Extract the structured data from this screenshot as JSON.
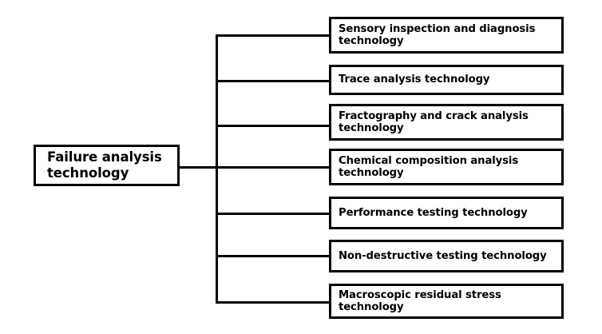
{
  "diagram": {
    "type": "tree",
    "title": "Failure analysis technology",
    "orientation": "left-to-right",
    "colors": {
      "background": "#ffffff",
      "border": "#000000",
      "text": "#000000",
      "line": "#000000"
    },
    "root": {
      "id": "root-node",
      "label": "Failure analysis technology"
    },
    "children": [
      {
        "id": "child-1",
        "label": "Sensory inspection and diagnosis technology"
      },
      {
        "id": "child-2",
        "label": "Trace analysis technology"
      },
      {
        "id": "child-3",
        "label": "Fractography and crack analysis technology"
      },
      {
        "id": "child-4",
        "label": "Chemical composition analysis technology"
      },
      {
        "id": "child-5",
        "label": "Performance testing technology"
      },
      {
        "id": "child-6",
        "label": "Non-destructive testing technology"
      },
      {
        "id": "child-7",
        "label": "Macroscopic residual stress technology"
      }
    ]
  }
}
